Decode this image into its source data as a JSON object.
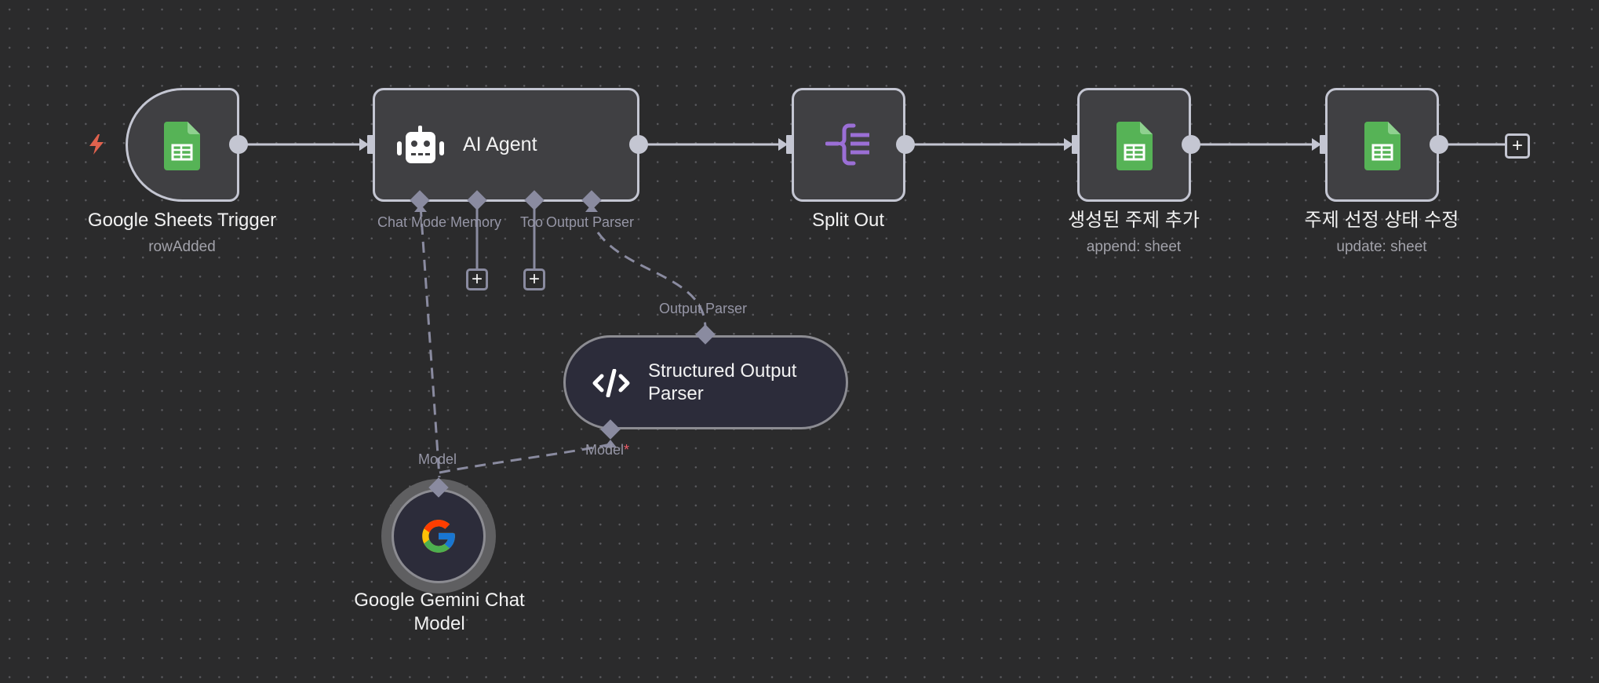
{
  "canvas": {
    "background": "#2b2b2c",
    "edge_color": "#c4c6d2",
    "sub_edge_color": "#8a8ba0",
    "trigger_color": "#e0624e",
    "split_color": "#9b6fd6",
    "sheets_color": "#4fae4f"
  },
  "nodes": [
    {
      "id": "google-sheets-trigger",
      "title": "Google Sheets Trigger",
      "subtitle": "rowAdded",
      "icon": "google-sheets-icon",
      "is_trigger": true
    },
    {
      "id": "ai-agent",
      "title": "AI Agent",
      "icon": "robot-icon",
      "ports": [
        {
          "label": "Chat Mode"
        },
        {
          "label": "Memory"
        },
        {
          "label": "Too"
        },
        {
          "label": "Output Parser"
        }
      ]
    },
    {
      "id": "split-out",
      "title": "Split Out",
      "icon": "split-out-icon"
    },
    {
      "id": "append-sheet",
      "title": "생성된 주제 추가",
      "subtitle": "append: sheet",
      "icon": "google-sheets-icon"
    },
    {
      "id": "update-sheet",
      "title": "주제 선정 상태 수정",
      "subtitle": "update: sheet",
      "icon": "google-sheets-icon"
    },
    {
      "id": "structured-output-parser",
      "title_line1": "Structured Output",
      "title_line2": "Parser",
      "icon": "code-icon",
      "top_port_label": "Output Parser",
      "bottom_port_label": "Model",
      "bottom_port_required": "*"
    },
    {
      "id": "google-gemini-chat-model",
      "title_line1": "Google Gemini Chat",
      "title_line2": "Model",
      "icon": "google-g-icon",
      "top_port_label": "Model"
    }
  ],
  "add_buttons": {
    "memory": "+",
    "tools": "+",
    "end": "+"
  }
}
